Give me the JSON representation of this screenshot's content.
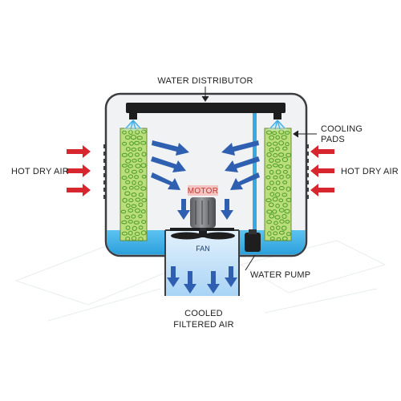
{
  "diagram": {
    "labels": {
      "water_distributor": "WATER DISTRIBUTOR",
      "cooling_pads_line1": "COOLING",
      "cooling_pads_line2": "PADS",
      "hot_dry_air_left": "HOT DRY AIR",
      "hot_dry_air_right": "HOT DRY AIR",
      "motor": "MOTOR",
      "fan": "FAN",
      "water_pump": "WATER PUMP",
      "cooled_line1": "COOLED",
      "cooled_line2": "FILTERED AIR"
    },
    "colors": {
      "hot_air_arrow": "#d8262e",
      "cool_air_arrow": "#2f5fb0",
      "water": "#35aee8",
      "pad": "#b9de7a",
      "pad_pebble": "#4e9a2a",
      "housing_fill": "#f1f2f3",
      "housing_border": "#3c3d40",
      "distributor_pipe": "#1e1e1e",
      "motor_label_bg": "#f6c3c3",
      "outlet_air": "#cfe6fb"
    },
    "icons": [
      "motor-icon",
      "fan-icon",
      "water-pump-icon",
      "water-distributor-pipe",
      "spray-nozzle-icon"
    ]
  }
}
